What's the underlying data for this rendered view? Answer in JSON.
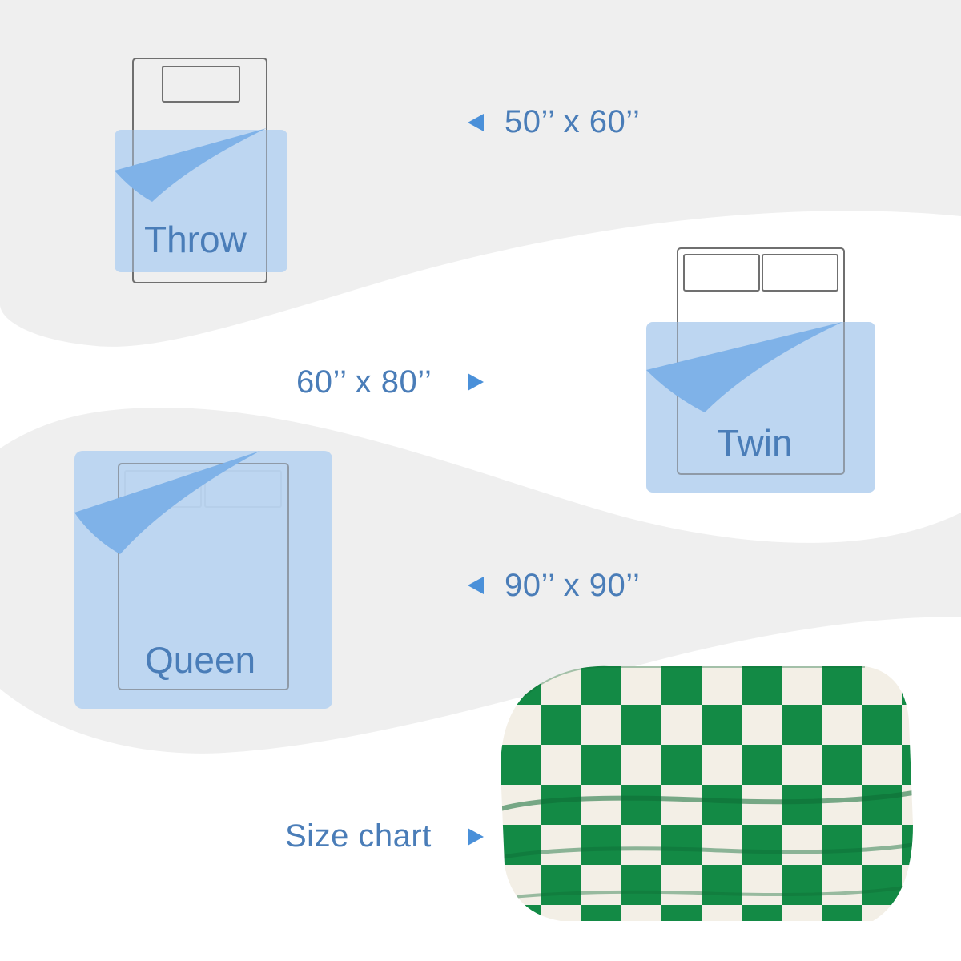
{
  "sizes": [
    {
      "name": "Throw",
      "dimensions": "50’’ x 60’’"
    },
    {
      "name": "Twin",
      "dimensions": "60’’ x 80’’"
    },
    {
      "name": "Queen",
      "dimensions": "90’’ x 90’’"
    }
  ],
  "footer_label": "Size chart",
  "colors": {
    "background_band": "#efefef",
    "text": "#4a7db8",
    "blanket_fill": "#b9d4f0",
    "blanket_fold": "#7fb2e8",
    "arrow": "#4a90d9",
    "bed_outline": "#707070",
    "checker_green": "#138a45",
    "checker_cream": "#f3efe6"
  },
  "icons": [
    "triangle-left-icon",
    "triangle-right-icon",
    "bed-icon",
    "checkered-blanket-image"
  ]
}
